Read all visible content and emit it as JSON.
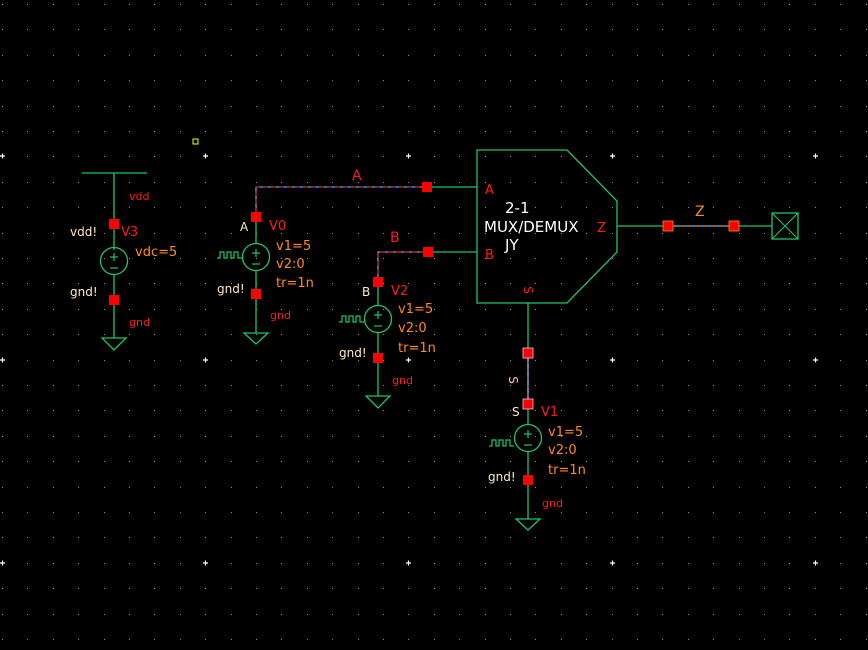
{
  "app": "Cadence Virtuoso Schematic Editor",
  "colors": {
    "background": "#000000",
    "grid_dot": "#8c8ca8",
    "grid_major": "#ffffff",
    "wire": "#1fc46a",
    "pin": "#ff0000",
    "net_label": "#ff1a1a",
    "param": "#ff8c1a",
    "pin_name": "#ffe9c4",
    "symbol_text": "#ffffff",
    "selected_wire_a": "#d03030",
    "selected_wire_b": "#3aa0ff",
    "cursor_marker": "#ffff00"
  },
  "components": {
    "v3": {
      "instance": "V3",
      "params": [
        "vdc=5"
      ],
      "top_net": "vdd",
      "top_global": "vdd!",
      "bottom_net": "gnd",
      "bottom_global": "gnd!",
      "type": "dc-source"
    },
    "v0": {
      "instance": "V0",
      "pin": "A",
      "params": [
        "v1=5",
        "v2:0",
        "tr=1n"
      ],
      "bottom_global": "gnd!",
      "bottom_net": "gnd",
      "type": "pulse-source"
    },
    "v2": {
      "instance": "V2",
      "pin": "B",
      "params": [
        "v1=5",
        "v2:0",
        "tr=1n"
      ],
      "bottom_global": "gnd!",
      "bottom_net": "gnd",
      "type": "pulse-source"
    },
    "v1": {
      "instance": "V1",
      "pin": "S",
      "params": [
        "v1=5",
        "v2:0",
        "tr=1n"
      ],
      "bottom_global": "gnd!",
      "bottom_net": "gnd",
      "type": "pulse-source"
    },
    "mux": {
      "title_lines": [
        "2-1",
        "MUX/DEMUX",
        "JY"
      ],
      "pin_a": "A",
      "pin_b": "B",
      "pin_z": "Z",
      "pin_s": "S"
    }
  },
  "nets": {
    "a": "A",
    "b": "B",
    "z": "Z",
    "s": "S"
  }
}
